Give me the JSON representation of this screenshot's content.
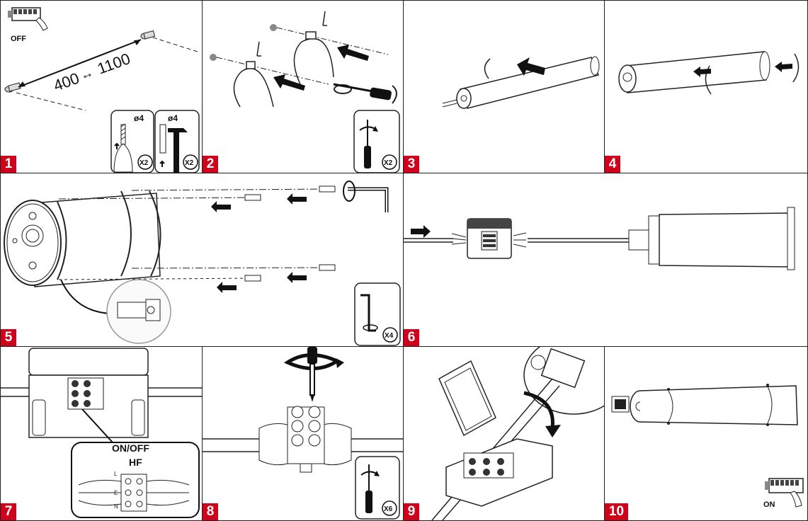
{
  "colors": {
    "badge": "#d0021b",
    "line": "#222222",
    "fill_light": "#f2f2f2"
  },
  "steps": [
    {
      "number": "1",
      "switch_label": "OFF",
      "distance_min": "400",
      "distance_max": "1100",
      "drill_size": "ø4",
      "drill_qty": "X2",
      "plug_size": "ø4",
      "plug_qty": "X2",
      "icons": [
        "power-switch-icon",
        "drill-icon",
        "hammer-icon"
      ]
    },
    {
      "number": "2",
      "tool_qty": "X2",
      "icons": [
        "screwdriver-icon",
        "rotate-icon"
      ]
    },
    {
      "number": "3",
      "icons": [
        "arrow-left-icon"
      ]
    },
    {
      "number": "4",
      "icons": [
        "arrow-left-icon"
      ]
    },
    {
      "number": "5",
      "tool_qty": "X4",
      "icons": [
        "allen-key-icon",
        "rotate-icon"
      ]
    },
    {
      "number": "6",
      "icons": [
        "arrow-right-icon"
      ]
    },
    {
      "number": "7",
      "mode_label": "ON/OFF",
      "mode_sub": "HF",
      "terminal_labels": [
        "L",
        "E",
        "N"
      ]
    },
    {
      "number": "8",
      "tool_qty": "X6",
      "icons": [
        "screwdriver-icon",
        "rotate-icon"
      ]
    },
    {
      "number": "9",
      "icons": [
        "curved-arrow-icon"
      ]
    },
    {
      "number": "10",
      "switch_label": "ON",
      "icons": [
        "power-switch-icon"
      ]
    }
  ]
}
